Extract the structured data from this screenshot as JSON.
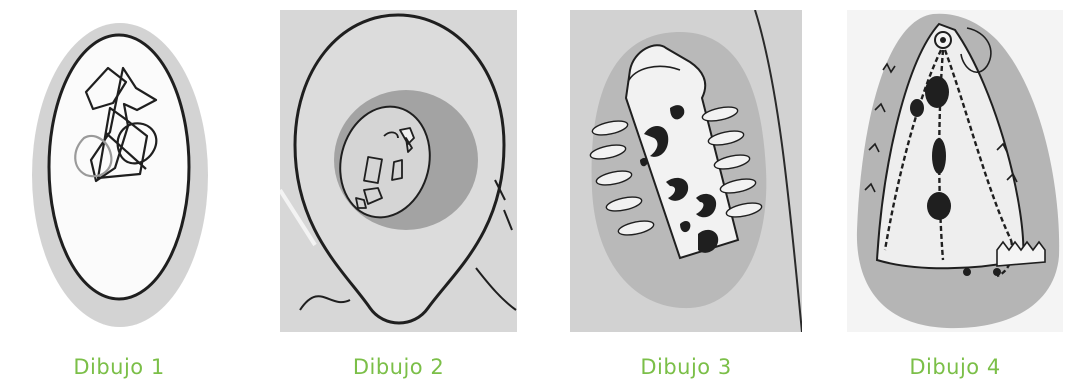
{
  "figures": [
    {
      "caption": "Dibujo 1"
    },
    {
      "caption": "Dibujo 2"
    },
    {
      "caption": "Dibujo 3"
    },
    {
      "caption": "Dibujo 4"
    }
  ],
  "colors": {
    "caption": "#7bbf48",
    "ink": "#1f1f1f",
    "pencil_shading": "#b9b9b9",
    "paper_gray": "#cfcfcf",
    "paper_white": "#f6f6f6"
  }
}
